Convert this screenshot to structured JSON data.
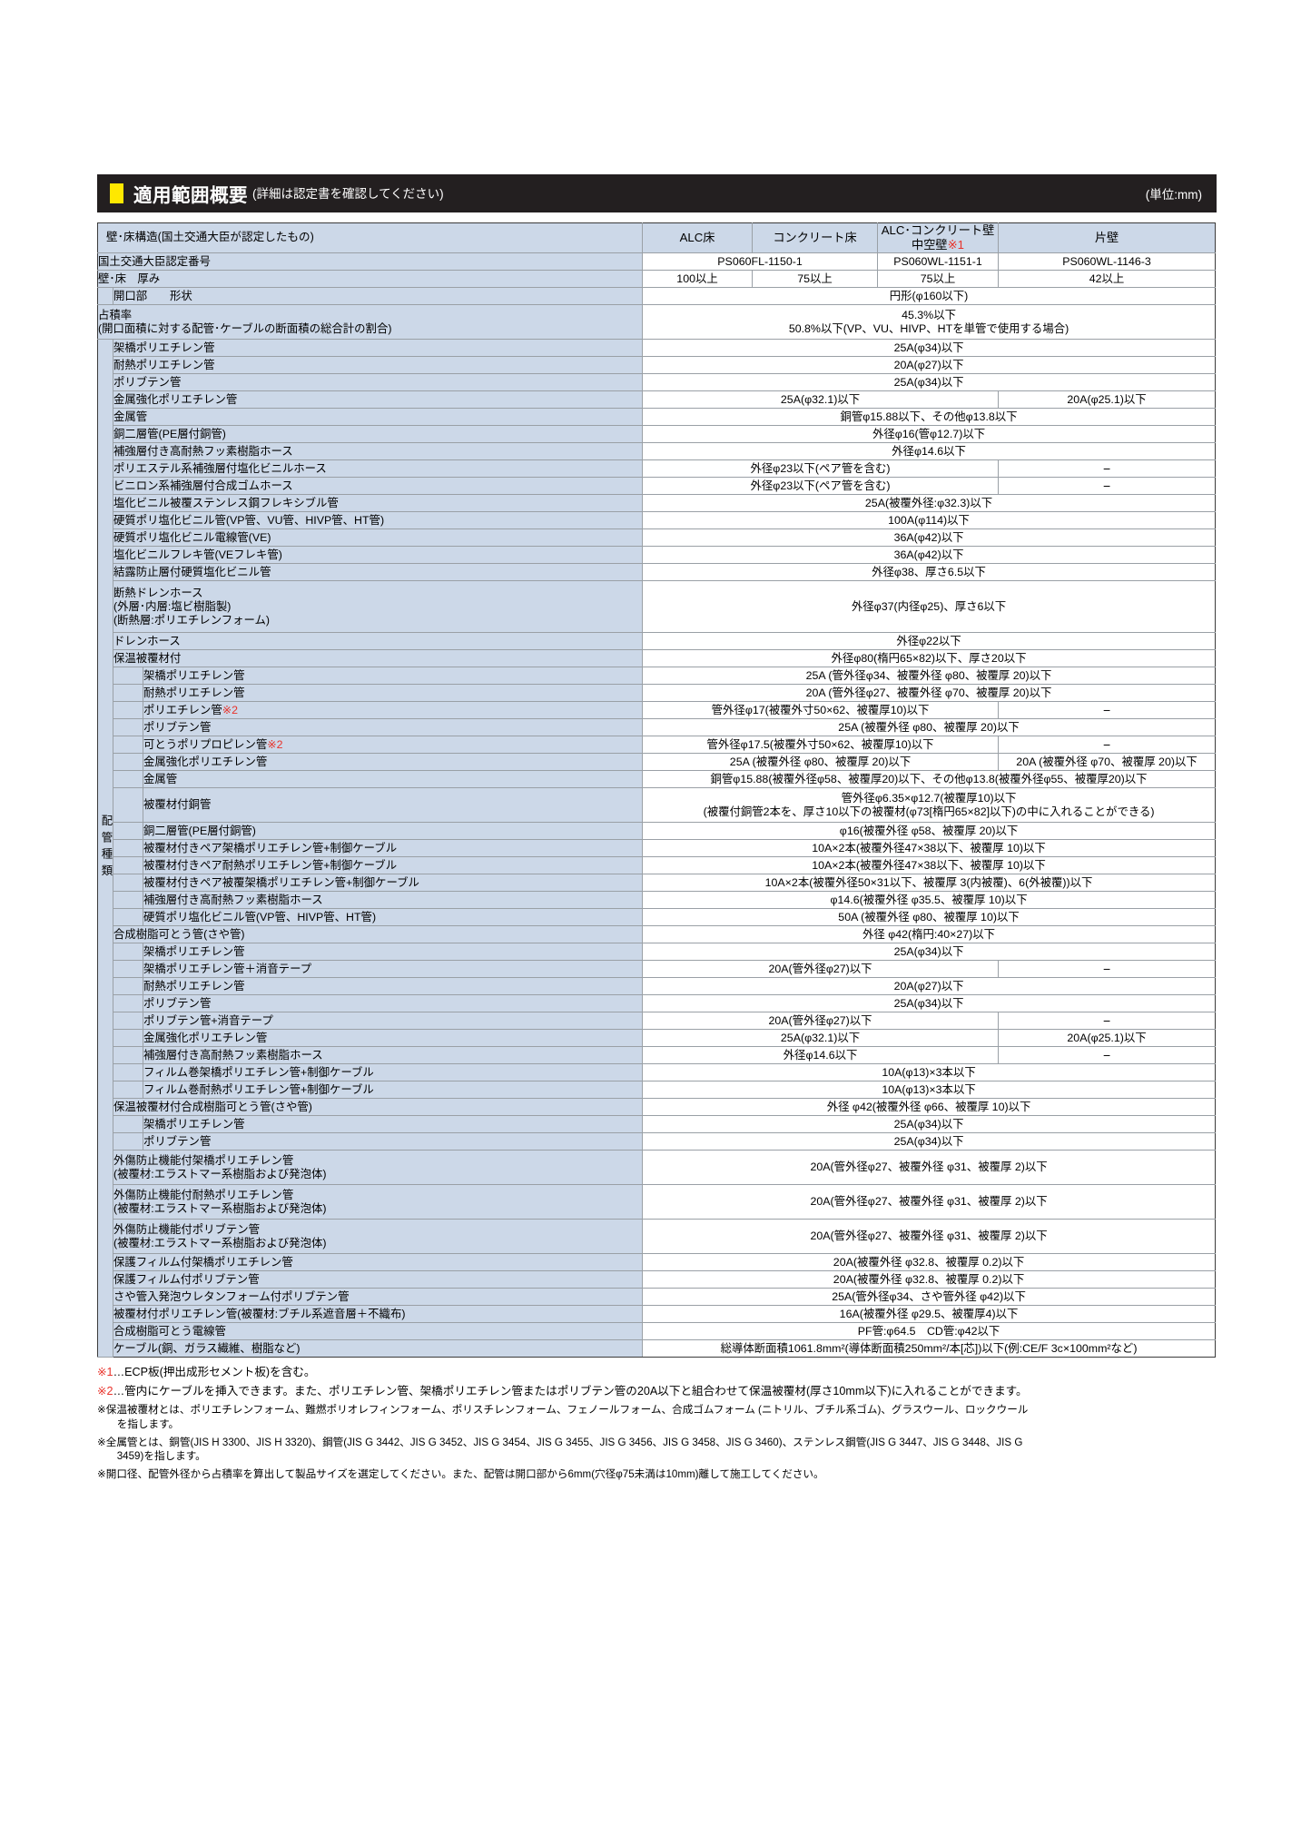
{
  "header": {
    "marker_color": "#ffe800",
    "bar_color": "#231f20",
    "title": "適用範囲概要",
    "subtitle": "(詳細は認定書を確認してください)",
    "unit_note": "(単位:mm)"
  },
  "table": {
    "columns": [
      {
        "label": "壁･床構造(国土交通大臣が認定したもの)"
      },
      {
        "label": "ALC床"
      },
      {
        "label": "コンクリート床"
      },
      {
        "label": "ALC･コンクリート壁",
        "label2": "中空壁",
        "ref": "※1"
      },
      {
        "label": "片壁"
      }
    ],
    "category_label": "配管種類",
    "rows": [
      {
        "name": "cert-number",
        "label": "国土交通大臣認定番号",
        "indent": 0,
        "cells": [
          {
            "text": "PS060FL-1150-1",
            "span": 2
          },
          {
            "text": "PS060WL-1151-1",
            "span": 1
          },
          {
            "text": "PS060WL-1146-3",
            "span": 1
          }
        ]
      },
      {
        "name": "wall-floor-thickness",
        "label": "壁･床　厚み",
        "indent": 0,
        "cells": [
          {
            "text": "100以上",
            "span": 1
          },
          {
            "text": "75以上",
            "span": 1
          },
          {
            "text": "75以上",
            "span": 1
          },
          {
            "text": "42以上",
            "span": 1
          }
        ]
      },
      {
        "name": "opening-shape",
        "label": "開口部　　形状",
        "indent": 1,
        "cells": [
          {
            "text": "円形(φ160以下)",
            "span": 4
          }
        ]
      },
      {
        "name": "occupancy-rate",
        "label": "占積率",
        "label2": "(開口面積に対する配管･ケーブルの断面積の総合計の割合)",
        "indent": 0,
        "tall": 2,
        "cells": [
          {
            "text": "45.3%以下",
            "text2": "50.8%以下(VP、VU、HIVP、HTを単管で使用する場合)",
            "span": 4
          }
        ]
      },
      {
        "name": "crosslinked-pe-pipe",
        "label": "架橋ポリエチレン管",
        "indent": 1,
        "thick": true,
        "cells": [
          {
            "text": "25A(φ34)以下",
            "span": 4
          }
        ]
      },
      {
        "name": "heat-resistant-pe-pipe",
        "label": "耐熱ポリエチレン管",
        "indent": 1,
        "cells": [
          {
            "text": "20A(φ27)以下",
            "span": 4
          }
        ]
      },
      {
        "name": "polybutene-pipe",
        "label": "ポリブテン管",
        "indent": 1,
        "cells": [
          {
            "text": "25A(φ34)以下",
            "span": 4
          }
        ]
      },
      {
        "name": "metal-reinforced-pe-pipe",
        "label": "金属強化ポリエチレン管",
        "indent": 1,
        "cells": [
          {
            "text": "25A(φ32.1)以下",
            "span": 3
          },
          {
            "text": "20A(φ25.1)以下",
            "span": 1
          }
        ]
      },
      {
        "name": "metal-pipe",
        "label": "金属管",
        "indent": 1,
        "cells": [
          {
            "text": "銅管φ15.88以下、その他φ13.8以下",
            "span": 4
          }
        ]
      },
      {
        "name": "copper-two-layer-pipe",
        "label": "銅二層管(PE層付銅管)",
        "indent": 1,
        "cells": [
          {
            "text": "外径φ16(管φ12.7)以下",
            "span": 4
          }
        ]
      },
      {
        "name": "reinforced-fluororesin-hose",
        "label": "補強層付き高耐熱フッ素樹脂ホース",
        "indent": 1,
        "cells": [
          {
            "text": "外径φ14.6以下",
            "span": 4
          }
        ]
      },
      {
        "name": "polyester-reinforced-pvc-hose",
        "label": "ポリエステル系補強層付塩化ビニルホース",
        "indent": 1,
        "cells": [
          {
            "text": "外径φ23以下(ペア管を含む)",
            "span": 3
          },
          {
            "text": "−",
            "span": 1
          }
        ]
      },
      {
        "name": "vinylon-reinforced-rubber-hose",
        "label": "ビニロン系補強層付合成ゴムホース",
        "indent": 1,
        "cells": [
          {
            "text": "外径φ23以下(ペア管を含む)",
            "span": 3
          },
          {
            "text": "−",
            "span": 1
          }
        ]
      },
      {
        "name": "pvc-coated-stainless-flexible-pipe",
        "label": "塩化ビニル被覆ステンレス鋼フレキシブル管",
        "indent": 1,
        "cells": [
          {
            "text": "25A(被覆外径:φ32.3)以下",
            "span": 4
          }
        ]
      },
      {
        "name": "rigid-pvc-pipe",
        "label": "硬質ポリ塩化ビニル管(VP管、VU管、HIVP管、HT管)",
        "indent": 1,
        "cells": [
          {
            "text": "100A(φ114)以下",
            "span": 4
          }
        ]
      },
      {
        "name": "rigid-pvc-conduit-ve",
        "label": "硬質ポリ塩化ビニル電線管(VE)",
        "indent": 1,
        "cells": [
          {
            "text": "36A(φ42)以下",
            "span": 4
          }
        ]
      },
      {
        "name": "pvc-flexible-pipe-ve",
        "label": "塩化ビニルフレキ管(VEフレキ管)",
        "indent": 1,
        "cells": [
          {
            "text": "36A(φ42)以下",
            "span": 4
          }
        ]
      },
      {
        "name": "anti-condensation-rigid-pvc-pipe",
        "label": "結露防止層付硬質塩化ビニル管",
        "indent": 1,
        "cells": [
          {
            "text": "外径φ38、厚さ6.5以下",
            "span": 4
          }
        ]
      },
      {
        "name": "insulated-drain-hose",
        "label": "断熱ドレンホース",
        "label2": "(外層･内層:塩ビ樹脂製)",
        "label3": "(断熱層:ポリエチレンフォーム)",
        "indent": 1,
        "tall": 3,
        "cells": [
          {
            "text": "外径φ37(内径φ25)、厚さ6以下",
            "span": 4
          }
        ]
      },
      {
        "name": "drain-hose",
        "label": "ドレンホース",
        "indent": 1,
        "cells": [
          {
            "text": "外径φ22以下",
            "span": 4
          }
        ]
      },
      {
        "name": "with-insulation-cover",
        "label": "保温被覆材付",
        "indent": 1,
        "cells": [
          {
            "text": "外径φ80(楕円65×82)以下、厚さ20以下",
            "span": 4
          }
        ]
      },
      {
        "name": "ic-crosslinked-pe-pipe",
        "label": "架橋ポリエチレン管",
        "indent": 2,
        "cells": [
          {
            "text": "25A (管外径φ34、被覆外径 φ80、被覆厚 20)以下",
            "span": 4
          }
        ]
      },
      {
        "name": "ic-heat-resistant-pe-pipe",
        "label": "耐熱ポリエチレン管",
        "indent": 2,
        "cells": [
          {
            "text": "20A (管外径φ27、被覆外径 φ70、被覆厚 20)以下",
            "span": 4
          }
        ]
      },
      {
        "name": "ic-pe-pipe",
        "label": "ポリエチレン管",
        "ref": "※2",
        "indent": 2,
        "cells": [
          {
            "text": "管外径φ17(被覆外寸50×62、被覆厚10)以下",
            "span": 3
          },
          {
            "text": "−",
            "span": 1
          }
        ]
      },
      {
        "name": "ic-polybutene-pipe",
        "label": "ポリブテン管",
        "indent": 2,
        "cells": [
          {
            "text": "25A (被覆外径 φ80、被覆厚 20)以下",
            "span": 4
          }
        ]
      },
      {
        "name": "ic-flexible-pp-pipe",
        "label": "可とうポリプロピレン管",
        "ref": "※2",
        "indent": 2,
        "cells": [
          {
            "text": "管外径φ17.5(被覆外寸50×62、被覆厚10)以下",
            "span": 3
          },
          {
            "text": "−",
            "span": 1
          }
        ]
      },
      {
        "name": "ic-metal-reinforced-pe-pipe",
        "label": "金属強化ポリエチレン管",
        "indent": 2,
        "cells": [
          {
            "text": "25A (被覆外径 φ80、被覆厚 20)以下",
            "span": 3
          },
          {
            "text": "20A (被覆外径 φ70、被覆厚 20)以下",
            "span": 1
          }
        ]
      },
      {
        "name": "ic-metal-pipe",
        "label": "金属管",
        "indent": 2,
        "cells": [
          {
            "text": "銅管φ15.88(被覆外径φ58、被覆厚20)以下、その他φ13.8(被覆外径φ55、被覆厚20)以下",
            "span": 4
          }
        ]
      },
      {
        "name": "ic-coated-copper-pipe",
        "label": "被覆材付銅管",
        "indent": 2,
        "tall": 2,
        "cells": [
          {
            "text": "管外径φ6.35×φ12.7(被覆厚10)以下",
            "text2": "(被覆付銅管2本を、厚さ10以下の被覆材(φ73[楕円65×82]以下)の中に入れることができる)",
            "span": 4
          }
        ]
      },
      {
        "name": "ic-copper-two-layer-pipe",
        "label": "銅二層管(PE層付銅管)",
        "indent": 2,
        "cells": [
          {
            "text": "φ16(被覆外径 φ58、被覆厚 20)以下",
            "span": 4
          }
        ]
      },
      {
        "name": "ic-pair-crosslinked-pe-cable",
        "label": "被覆材付きペア架橋ポリエチレン管+制御ケーブル",
        "indent": 2,
        "cells": [
          {
            "text": "10A×2本(被覆外径47×38以下、被覆厚 10)以下",
            "span": 4
          }
        ]
      },
      {
        "name": "ic-pair-heat-resistant-pe-cable",
        "label": "被覆材付きペア耐熱ポリエチレン管+制御ケーブル",
        "indent": 2,
        "cells": [
          {
            "text": "10A×2本(被覆外径47×38以下、被覆厚 10)以下",
            "span": 4
          }
        ]
      },
      {
        "name": "ic-pair-coated-crosslinked-pe-cable",
        "label": "被覆材付きペア被覆架橋ポリエチレン管+制御ケーブル",
        "indent": 2,
        "cells": [
          {
            "text": "10A×2本(被覆外径50×31以下、被覆厚 3(内被覆)、6(外被覆))以下",
            "span": 4
          }
        ]
      },
      {
        "name": "ic-reinforced-fluororesin-hose",
        "label": "補強層付き高耐熱フッ素樹脂ホース",
        "indent": 2,
        "cells": [
          {
            "text": "φ14.6(被覆外径 φ35.5、被覆厚 10)以下",
            "span": 4
          }
        ]
      },
      {
        "name": "ic-rigid-pvc-pipe",
        "label": "硬質ポリ塩化ビニル管(VP管、HIVP管、HT管)",
        "indent": 2,
        "cells": [
          {
            "text": "50A (被覆外径 φ80、被覆厚 10)以下",
            "span": 4
          }
        ]
      },
      {
        "name": "synthetic-resin-flexible-sheath",
        "label": "合成樹脂可とう管(さや管)",
        "indent": 1,
        "cells": [
          {
            "text": "外径 φ42(楕円:40×27)以下",
            "span": 4
          }
        ]
      },
      {
        "name": "sr-crosslinked-pe-pipe",
        "label": "架橋ポリエチレン管",
        "indent": 2,
        "cells": [
          {
            "text": "25A(φ34)以下",
            "span": 4
          }
        ]
      },
      {
        "name": "sr-crosslinked-pe-pipe-tape",
        "label": "架橋ポリエチレン管＋消音テープ",
        "indent": 2,
        "cells": [
          {
            "text": "20A(管外径φ27)以下",
            "span": 3
          },
          {
            "text": "−",
            "span": 1
          }
        ]
      },
      {
        "name": "sr-heat-resistant-pe-pipe",
        "label": "耐熱ポリエチレン管",
        "indent": 2,
        "cells": [
          {
            "text": "20A(φ27)以下",
            "span": 4
          }
        ]
      },
      {
        "name": "sr-polybutene-pipe",
        "label": "ポリブテン管",
        "indent": 2,
        "cells": [
          {
            "text": "25A(φ34)以下",
            "span": 4
          }
        ]
      },
      {
        "name": "sr-polybutene-pipe-tape",
        "label": "ポリブテン管+消音テープ",
        "indent": 2,
        "cells": [
          {
            "text": "20A(管外径φ27)以下",
            "span": 3
          },
          {
            "text": "−",
            "span": 1
          }
        ]
      },
      {
        "name": "sr-metal-reinforced-pe-pipe",
        "label": "金属強化ポリエチレン管",
        "indent": 2,
        "cells": [
          {
            "text": "25A(φ32.1)以下",
            "span": 3
          },
          {
            "text": "20A(φ25.1)以下",
            "span": 1
          }
        ]
      },
      {
        "name": "sr-reinforced-fluororesin-hose",
        "label": "補強層付き高耐熱フッ素樹脂ホース",
        "indent": 2,
        "cells": [
          {
            "text": "外径φ14.6以下",
            "span": 3
          },
          {
            "text": "−",
            "span": 1
          }
        ]
      },
      {
        "name": "sr-film-crosslinked-pe-cable",
        "label": "フィルム巻架橋ポリエチレン管+制御ケーブル",
        "indent": 2,
        "cells": [
          {
            "text": "10A(φ13)×3本以下",
            "span": 4
          }
        ]
      },
      {
        "name": "sr-film-heat-resistant-pe-cable",
        "label": "フィルム巻耐熱ポリエチレン管+制御ケーブル",
        "indent": 2,
        "cells": [
          {
            "text": "10A(φ13)×3本以下",
            "span": 4
          }
        ]
      },
      {
        "name": "insulated-synthetic-resin-sheath",
        "label": "保温被覆材付合成樹脂可とう管(さや管)",
        "indent": 1,
        "cells": [
          {
            "text": "外径 φ42(被覆外径 φ66、被覆厚 10)以下",
            "span": 4
          }
        ]
      },
      {
        "name": "isr-crosslinked-pe-pipe",
        "label": "架橋ポリエチレン管",
        "indent": 2,
        "cells": [
          {
            "text": "25A(φ34)以下",
            "span": 4
          }
        ]
      },
      {
        "name": "isr-polybutene-pipe",
        "label": "ポリブテン管",
        "indent": 2,
        "cells": [
          {
            "text": "25A(φ34)以下",
            "span": 4
          }
        ]
      },
      {
        "name": "scratch-proof-crosslinked-pe-pipe",
        "label": "外傷防止機能付架橋ポリエチレン管",
        "label2": "(被覆材:エラストマー系樹脂および発泡体)",
        "indent": 1,
        "tall": 2,
        "cells": [
          {
            "text": "20A(管外径φ27、被覆外径 φ31、被覆厚 2)以下",
            "span": 4
          }
        ]
      },
      {
        "name": "scratch-proof-heat-resistant-pe-pipe",
        "label": "外傷防止機能付耐熱ポリエチレン管",
        "label2": "(被覆材:エラストマー系樹脂および発泡体)",
        "indent": 1,
        "tall": 2,
        "cells": [
          {
            "text": "20A(管外径φ27、被覆外径 φ31、被覆厚 2)以下",
            "span": 4
          }
        ]
      },
      {
        "name": "scratch-proof-polybutene-pipe",
        "label": "外傷防止機能付ポリブテン管",
        "label2": "(被覆材:エラストマー系樹脂および発泡体)",
        "indent": 1,
        "tall": 2,
        "cells": [
          {
            "text": "20A(管外径φ27、被覆外径 φ31、被覆厚 2)以下",
            "span": 4
          }
        ]
      },
      {
        "name": "protective-film-crosslinked-pe-pipe",
        "label": "保護フィルム付架橋ポリエチレン管",
        "indent": 1,
        "cells": [
          {
            "text": "20A(被覆外径 φ32.8、被覆厚 0.2)以下",
            "span": 4
          }
        ]
      },
      {
        "name": "protective-film-polybutene-pipe",
        "label": "保護フィルム付ポリブテン管",
        "indent": 1,
        "cells": [
          {
            "text": "20A(被覆外径 φ32.8、被覆厚 0.2)以下",
            "span": 4
          }
        ]
      },
      {
        "name": "sheath-urethane-foam-polybutene-pipe",
        "label": "さや管入発泡ウレタンフォーム付ポリブテン管",
        "indent": 1,
        "cells": [
          {
            "text": "25A(管外径φ34、さや管外径 φ42)以下",
            "span": 4
          }
        ]
      },
      {
        "name": "coated-pe-pipe-butyl",
        "label": "被覆材付ポリエチレン管(被覆材:ブチル系遮音層＋不織布)",
        "indent": 1,
        "cells": [
          {
            "text": "16A(被覆外径 φ29.5、被覆厚4)以下",
            "span": 4
          }
        ]
      },
      {
        "name": "synthetic-resin-flexible-conduit",
        "label": "合成樹脂可とう電線管",
        "indent": 1,
        "cells": [
          {
            "text": "PF管:φ64.5　CD管:φ42以下",
            "span": 4
          }
        ]
      },
      {
        "name": "cable",
        "label": "ケーブル(銅、ガラス繊維、樹脂など)",
        "indent": 1,
        "cells": [
          {
            "text": "総導体断面積1061.8mm²(導体断面積250mm²/本[芯])以下(例:CE/F 3c×100mm²など)",
            "span": 4
          }
        ]
      }
    ]
  },
  "notes": [
    {
      "name": "note-1",
      "mark": "※1",
      "mark_colored": true,
      "text": "…ECP板(押出成形セメント板)を含む。"
    },
    {
      "name": "note-2",
      "mark": "※2",
      "mark_colored": true,
      "text": "…管内にケーブルを挿入できます。また、ポリエチレン管、架橋ポリエチレン管またはポリブテン管の20A以下と組合わせて保温被覆材(厚さ10mm以下)に入れることができます。"
    },
    {
      "name": "note-insulation",
      "mark": "※",
      "mark_colored": false,
      "text": "保温被覆材とは、ポリエチレンフォーム、難燃ポリオレフィンフォーム、ポリスチレンフォーム、フェノールフォーム、合成ゴムフォーム (ニトリル、ブチル系ゴム)、グラスウール、ロックウール",
      "text_cont": "を指します。"
    },
    {
      "name": "note-metal-pipe",
      "mark": "※",
      "mark_colored": false,
      "text": "全属管とは、銅管(JIS H 3300、JIS H 3320)、鋼管(JIS G 3442、JIS G 3452、JIS G 3454、JIS G 3455、JIS G 3456、JIS G 3458、JIS G 3460)、ステンレス鋼管(JIS G 3447、JIS G 3448、JIS G",
      "text_cont": "3459)を指します。"
    },
    {
      "name": "note-opening",
      "mark": "※",
      "mark_colored": false,
      "text": "開口径、配管外径から占積率を算出して製品サイズを選定してください。また、配管は開口部から6mm(穴径φ75未満は10mm)離して施工してください。"
    }
  ]
}
